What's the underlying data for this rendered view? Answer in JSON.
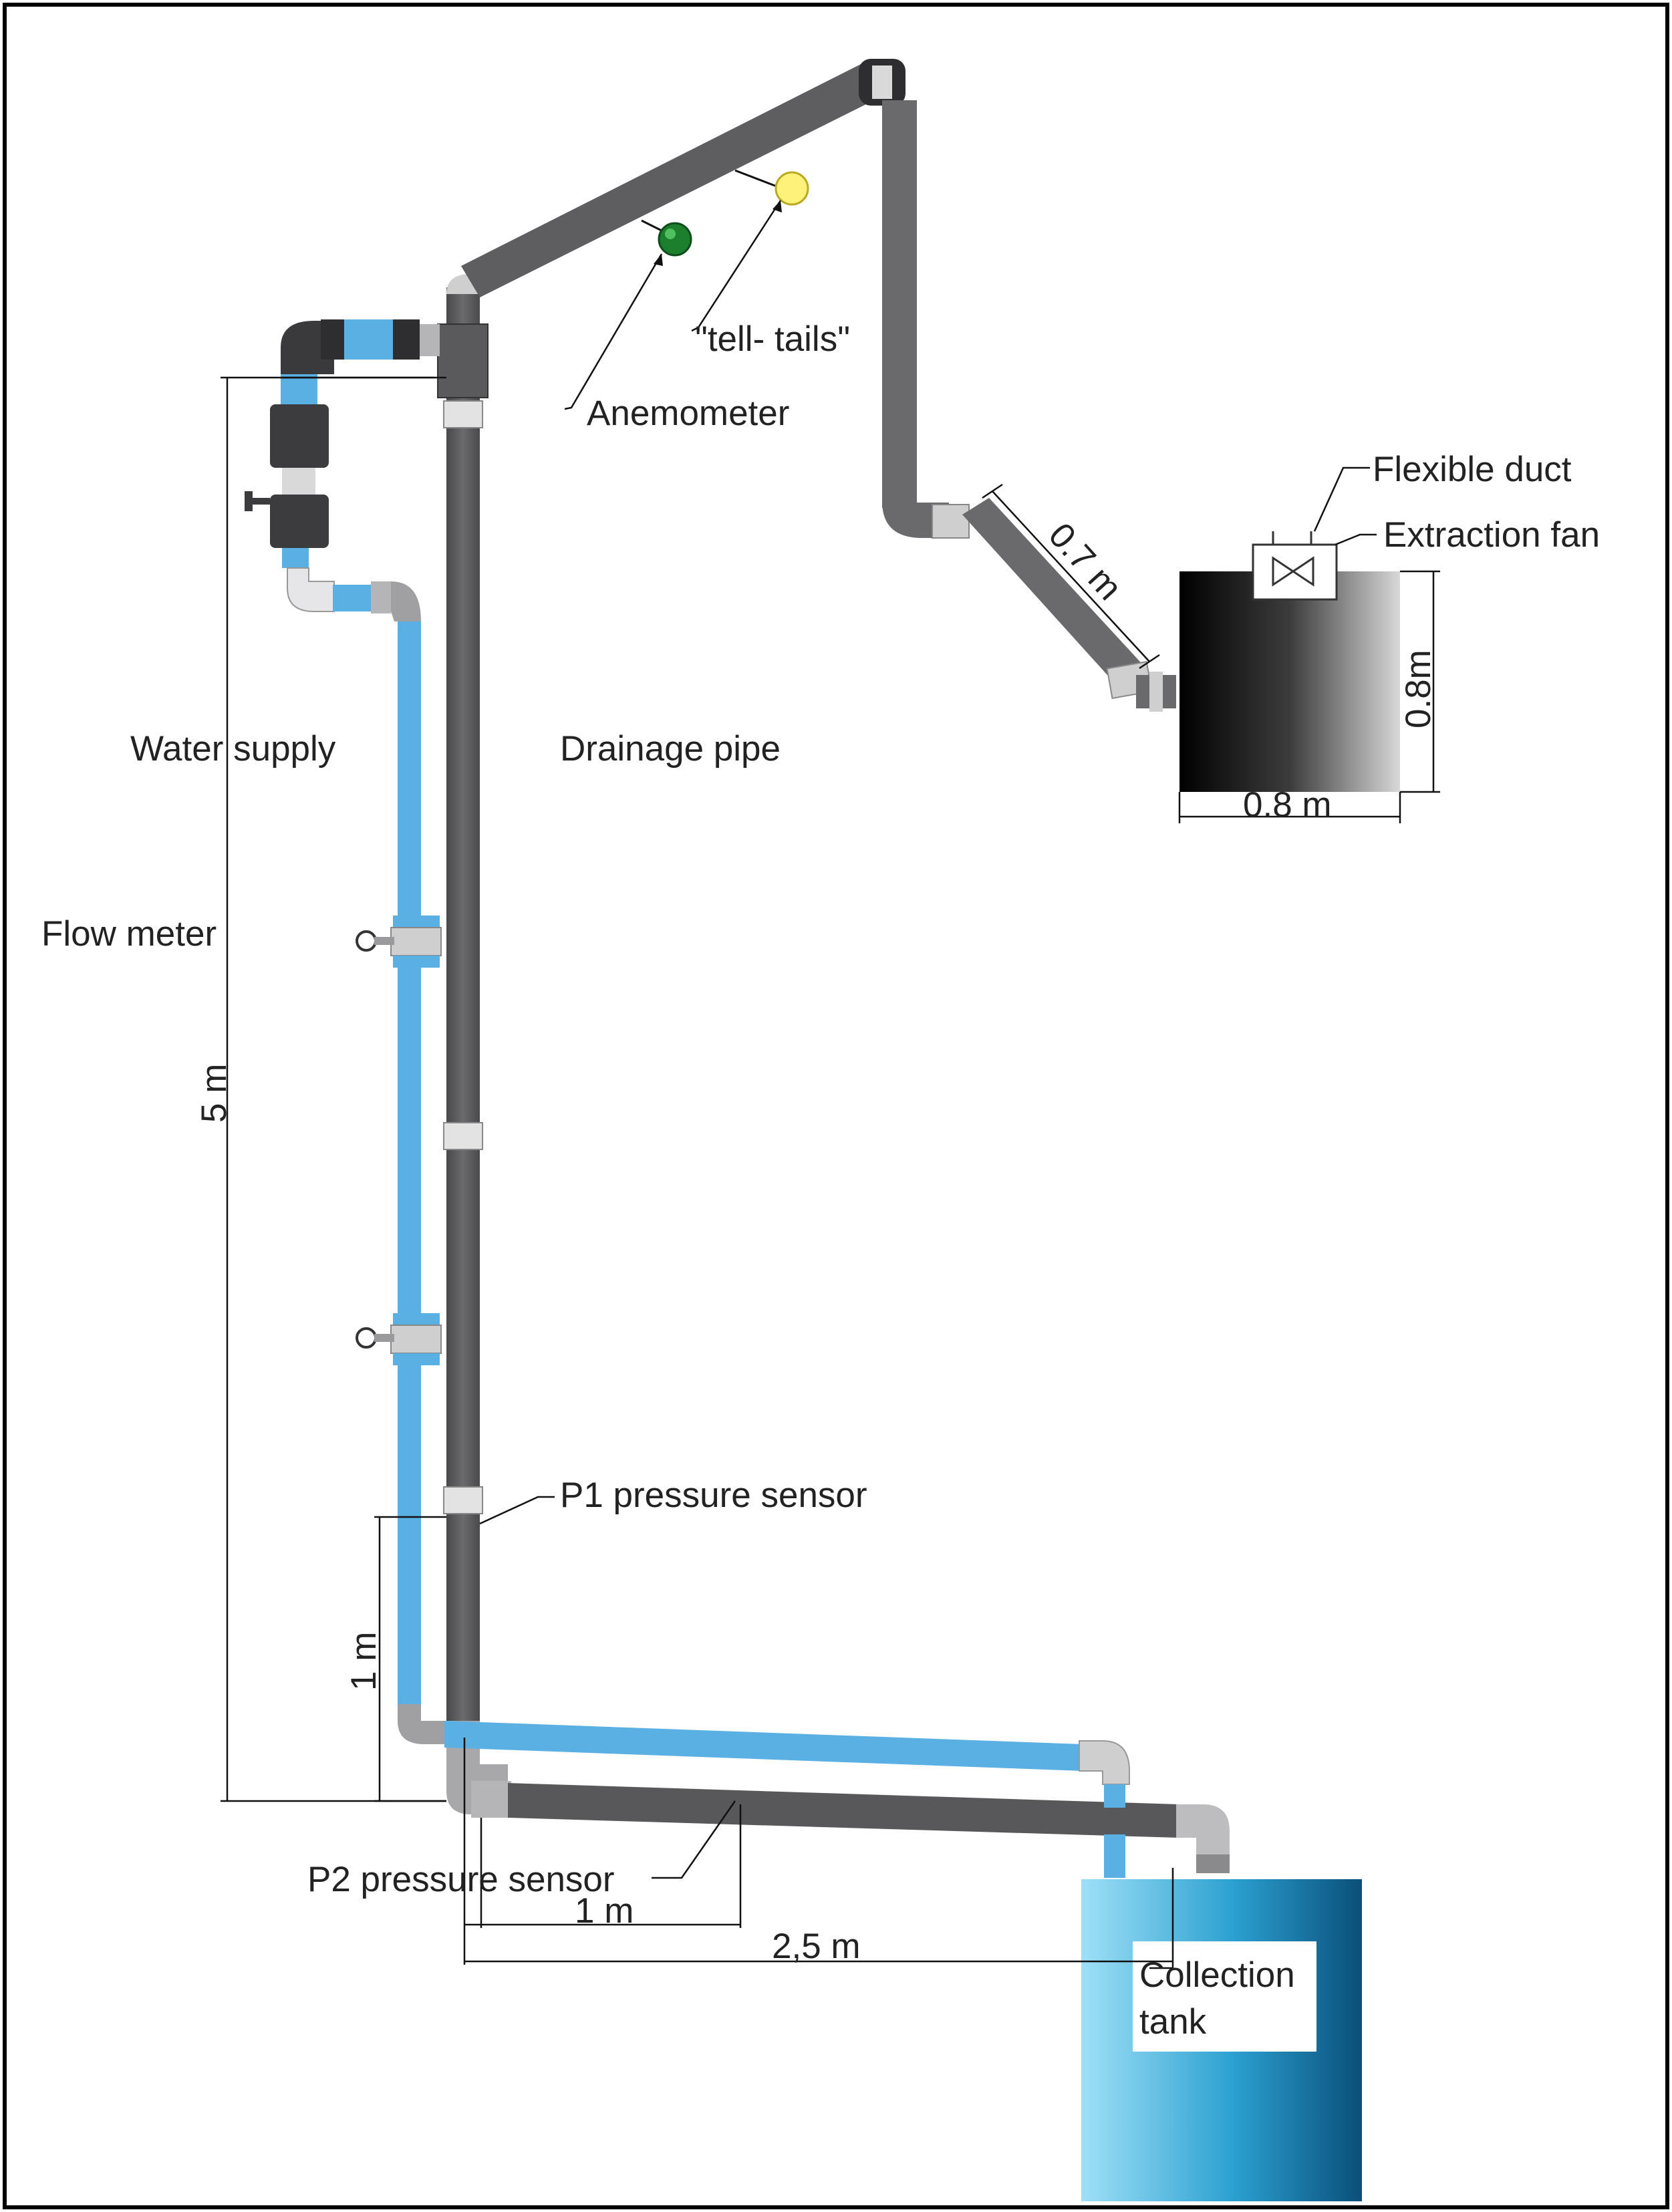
{
  "labels": {
    "tell_tails": "\"tell- tails\"",
    "anemometer": "Anemometer",
    "flexible_duct": "Flexible duct",
    "extraction_fan": "Extraction fan",
    "water_supply": "Water supply",
    "drainage_pipe": "Drainage pipe",
    "flow_meter": "Flow meter",
    "p1_sensor": "P1 pressure sensor",
    "p2_sensor": "P2 pressure sensor",
    "collection_tank_line1": "Collection",
    "collection_tank_line2": "tank"
  },
  "dimensions": {
    "duct_length": "0.7 m",
    "box_height": "0.8m",
    "box_width": "0.8 m",
    "stack_height": "5 m",
    "sensor_height": "1 m",
    "p2_distance": "1 m",
    "horizontal_run": "2,5 m"
  },
  "colors": {
    "water": "#5aafe3",
    "drain": "#5f5f61",
    "fitting": "#b9b9bb",
    "anemometer": "#1b7f2e",
    "tell_tail": "#fff27a",
    "tank_light": "#8fd8f5",
    "tank_dark": "#0e5c8a"
  }
}
